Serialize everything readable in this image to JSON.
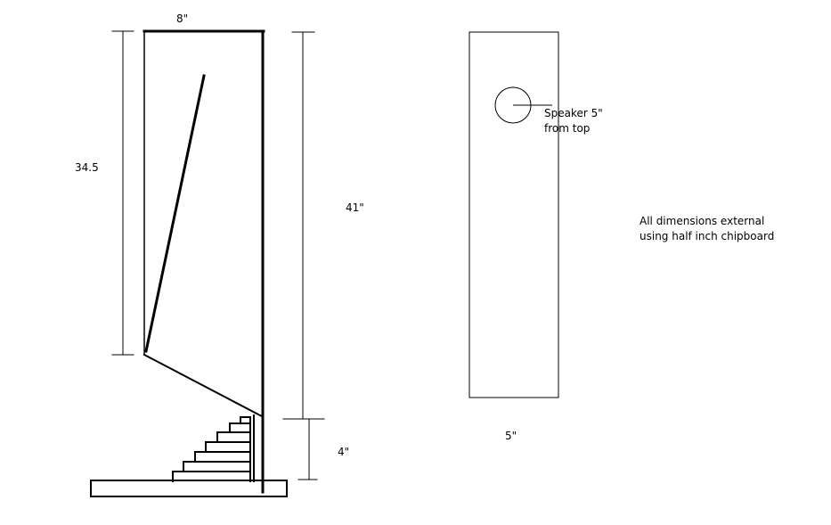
{
  "labels": {
    "top_width": "8\"",
    "inner_height": "34.5",
    "total_height": "41\"",
    "base_height": "4\"",
    "front_width": "5\"",
    "speaker_note_line1": "Speaker 5\"",
    "speaker_note_line2": "from top",
    "notes_line1": "All dimensions external",
    "notes_line2": "using half inch chipboard"
  },
  "colors": {
    "ink": "#000000",
    "background": "#ffffff"
  }
}
